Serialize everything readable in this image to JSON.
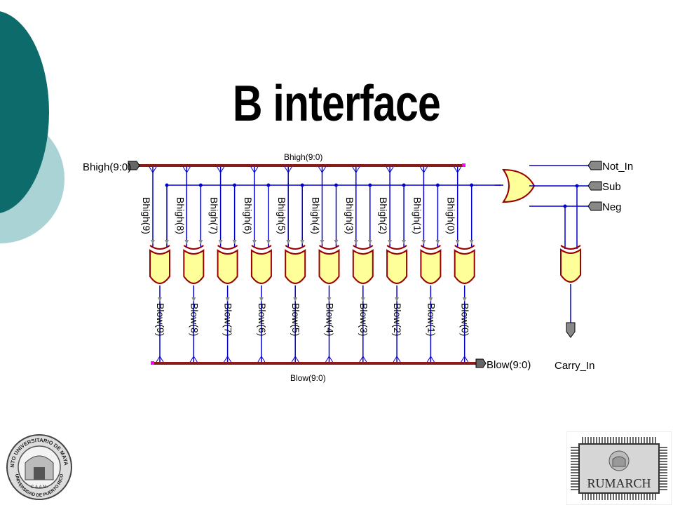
{
  "slide": {
    "title": "B interface",
    "accent_dark": "#0e6b6b",
    "accent_light": "#a9d3d4"
  },
  "schematic": {
    "bus_in_port": "Bhigh(9:0)",
    "bus_in_label": "Bhigh(9:0)",
    "bus_out_port": "Blow(9:0)",
    "bus_out_label": "Blow(9:0)",
    "control_inputs": [
      "Not_In",
      "Sub",
      "Neg"
    ],
    "carry_output": "Carry_In",
    "bit_inputs": [
      "Bhigh(9)",
      "Bhigh(8)",
      "Bhigh(7)",
      "Bhigh(6)",
      "Bhigh(5)",
      "Bhigh(4)",
      "Bhigh(3)",
      "Bhigh(2)",
      "Bhigh(1)",
      "Bhigh(0)"
    ],
    "bit_outputs": [
      "Blow(9)",
      "Blow(8)",
      "Blow(7)",
      "Blow(6)",
      "Blow(5)",
      "Blow(4)",
      "Blow(3)",
      "Blow(2)",
      "Blow(1)",
      "Blow(0)"
    ],
    "wire_color": "#0000cc",
    "bus_color": "#8b1a1a",
    "gate_fill": "#ffff99",
    "gate_stroke": "#990000"
  },
  "logos": {
    "left_text_top": "RECINTO UNIVERSITARIO DE MAYAGÜEZ",
    "left_text_bottom": "UNIVERSIDAD DE PUERTO RICO",
    "left_center": "C.A.A.M.",
    "right_text": "RUMARCH"
  }
}
